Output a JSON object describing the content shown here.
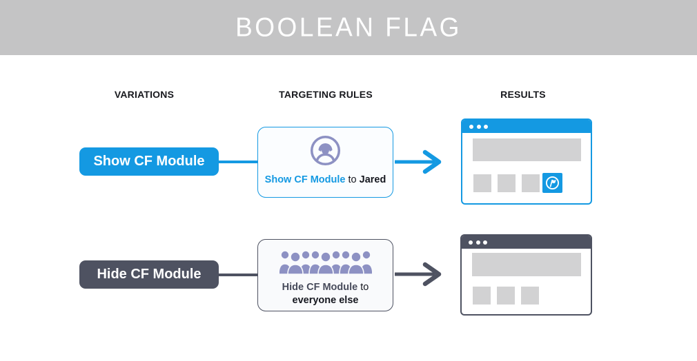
{
  "header": {
    "title": "BOOLEAN FLAG"
  },
  "columns": [
    {
      "label": "VARIATIONS"
    },
    {
      "label": "TARGETING RULES"
    },
    {
      "label": "RESULTS"
    }
  ],
  "rows": [
    {
      "variation": {
        "label": "Show CF Module"
      },
      "rule": {
        "icon": "user-circle-icon",
        "flag_label": "Show CF Module",
        "connector": "to",
        "audience": "Jared"
      },
      "result": {
        "window_dots": 3,
        "hero_placeholder": 1,
        "placeholder_squares": 3,
        "cf_module_visible": true,
        "cf_module_icon": "flag-circle-icon"
      }
    },
    {
      "variation": {
        "label": "Hide CF Module"
      },
      "rule": {
        "icon": "crowd-icon",
        "flag_label": "Hide CF Module",
        "connector": "to",
        "audience": "everyone else"
      },
      "result": {
        "window_dots": 3,
        "hero_placeholder": 1,
        "placeholder_squares": 3,
        "cf_module_visible": false
      }
    }
  ],
  "colors": {
    "accent_blue": "#1499E2",
    "accent_slate": "#4E5261",
    "icon_periwinkle": "#8D91C3",
    "header_gray": "#C4C4C5",
    "placeholder_gray": "#D2D2D3",
    "text_dark": "#15171F"
  }
}
